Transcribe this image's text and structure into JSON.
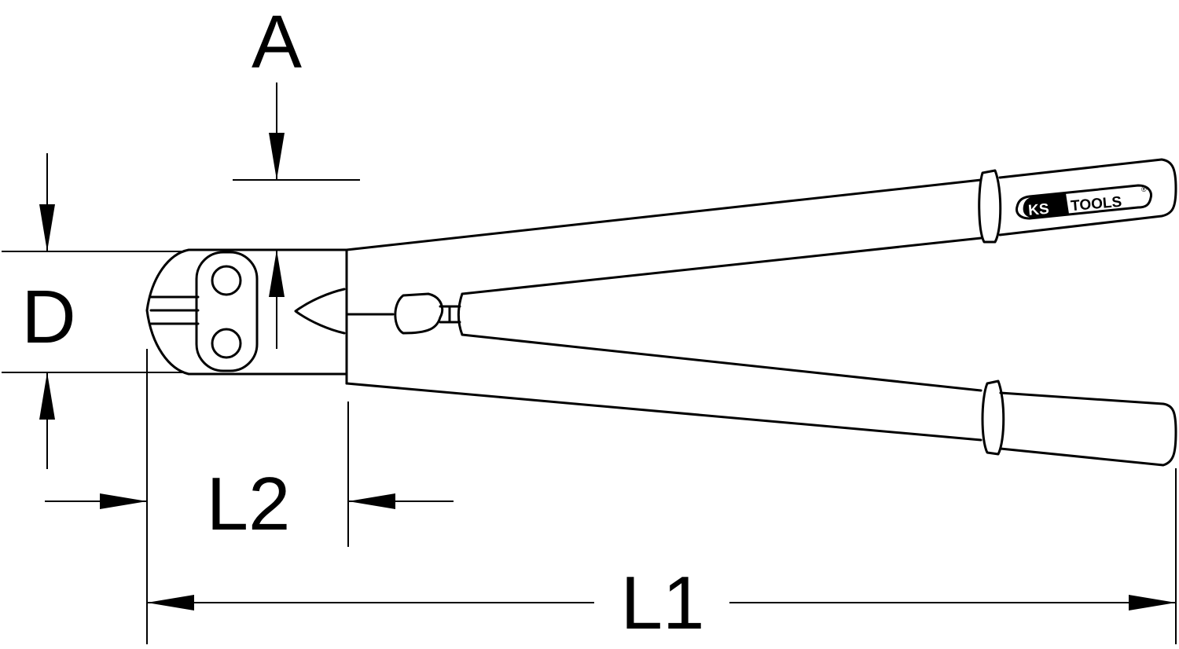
{
  "dimensions": {
    "a": "A",
    "d": "D",
    "l2": "L2",
    "l1": "L1"
  },
  "logo": {
    "brand_left": "KS",
    "brand_right": "TOOLS",
    "registered": "®"
  },
  "colors": {
    "line": "#000000",
    "background": "#ffffff"
  }
}
